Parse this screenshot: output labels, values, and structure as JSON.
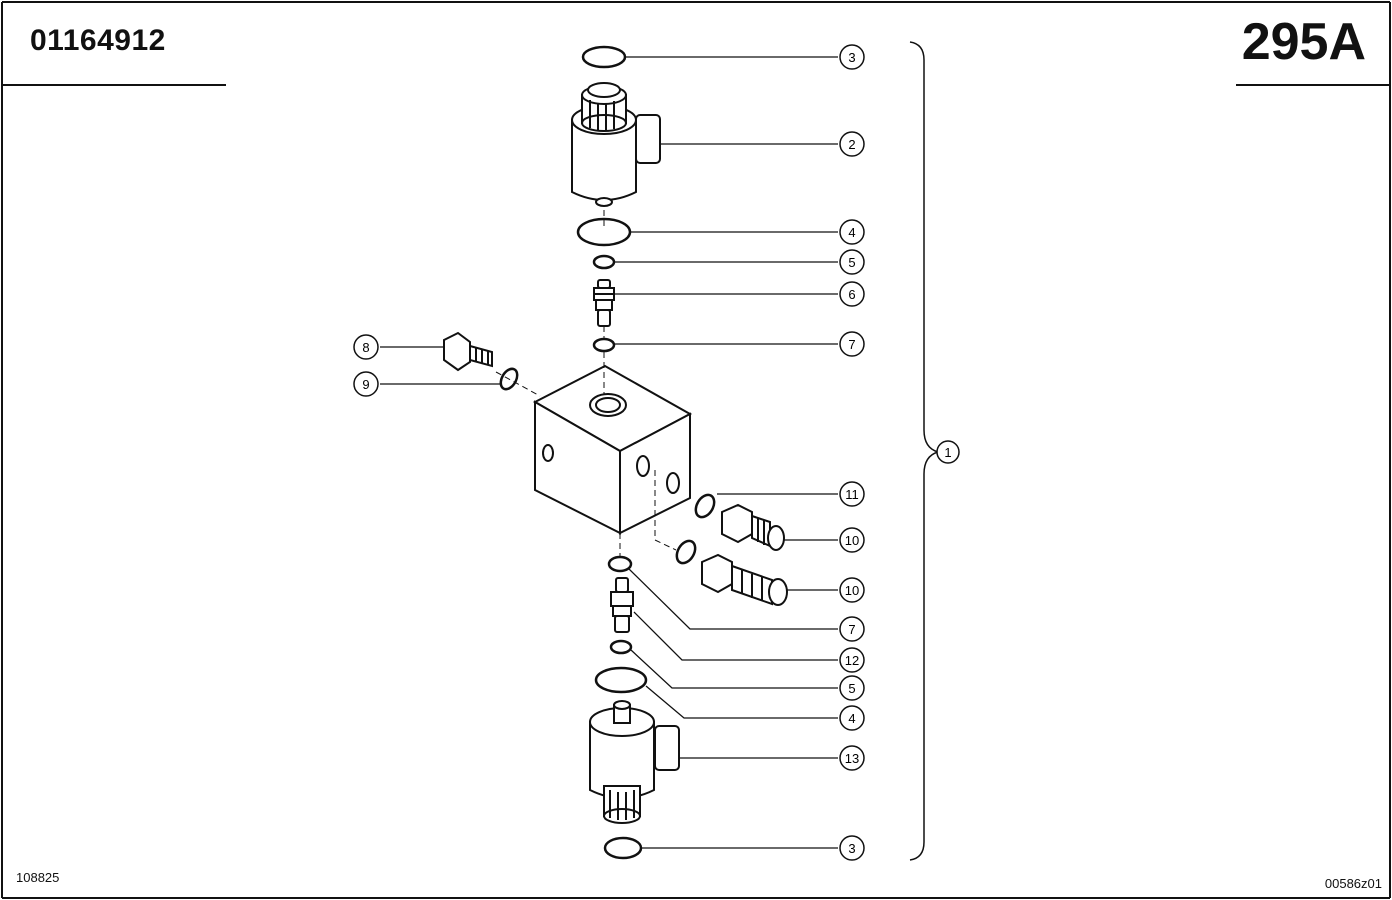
{
  "header": {
    "part_number": "01164912",
    "page_code": "295A"
  },
  "footer": {
    "left_code": "108825",
    "right_code": "00586z01"
  },
  "callouts": {
    "c3_top": "3",
    "c2": "2",
    "c4_top": "4",
    "c5_top": "5",
    "c6": "6",
    "c7_top": "7",
    "c8": "8",
    "c9": "9",
    "c1": "1",
    "c11": "11",
    "c10_a": "10",
    "c10_b": "10",
    "c7_bottom": "7",
    "c12": "12",
    "c5_bottom": "5",
    "c4_bottom": "4",
    "c13": "13",
    "c3_bottom": "3"
  }
}
